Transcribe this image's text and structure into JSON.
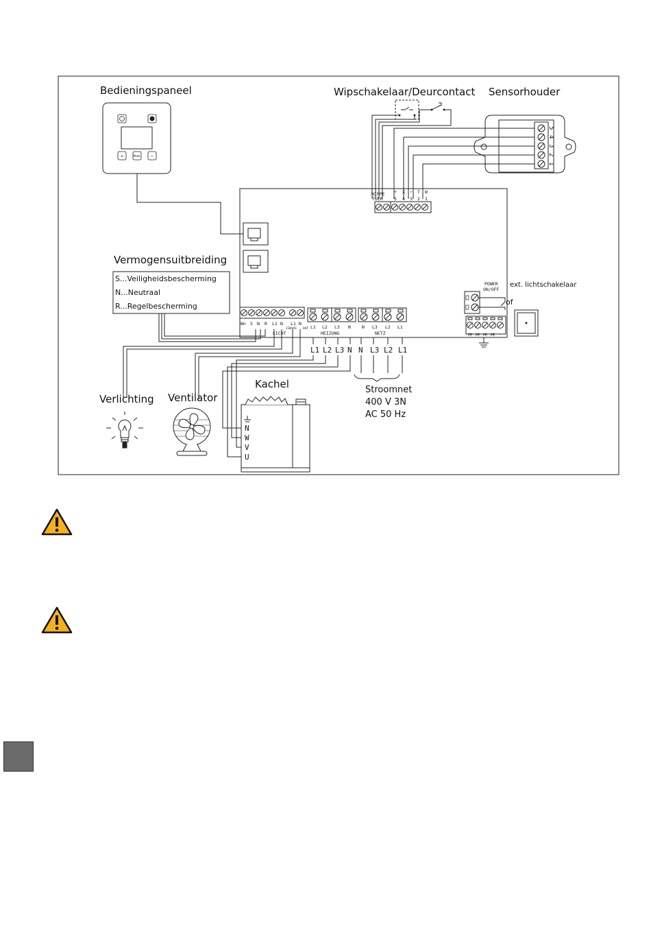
{
  "labels": {
    "control_panel": "Bedieningspaneel",
    "rocker_switch": "Wipschakelaar/Deurcontact",
    "sensor_holder": "Sensorhouder",
    "power_extension": "Vermogensuitbreiding",
    "ext_light_switch": "ext. lichtschakelaar",
    "or": "of",
    "power_onoff_1": "POWER",
    "power_onoff_2": "ON/OFF",
    "lighting": "Verlichting",
    "fan": "Ventilator",
    "heater": "Kachel",
    "mains_1": "Stroomnet",
    "mains_2": "400 V 3N",
    "mains_3": "AC 50 Hz"
  },
  "legend": [
    "S...Veiligheidsbescherming",
    "N...Neutraal",
    "R...Regelbescherming"
  ],
  "panel_buttons": [
    "+",
    "Mode",
    "−"
  ],
  "terminals": {
    "wippe_1": "WIPPE",
    "wippe_2": "TUER",
    "sensor_top": [
      "+",
      "X",
      "−",
      "T",
      "W"
    ],
    "sensor_nums": [
      "5",
      "4",
      "3",
      "2",
      "1"
    ],
    "sensor_holder_nums": [
      "5",
      "4",
      "3",
      "2",
      "1"
    ],
    "licht_pins": [
      "Wn",
      "S",
      "N",
      "R",
      "L1",
      "N",
      "L1",
      "N"
    ],
    "licht_small": [
      "230VAC",
      "OUT"
    ],
    "licht_group": "LICHT",
    "heizung_pins": [
      "L1",
      "L2",
      "L3",
      "N"
    ],
    "heizung_group": "HEIZUNG",
    "netz_pins": [
      "N",
      "L3",
      "L2",
      "L1"
    ],
    "netz_group": "NETZ",
    "pe_pins": [
      "PE",
      "PE",
      "PE",
      "PE"
    ],
    "heizung_wires": [
      "L1",
      "L2",
      "L3",
      "N"
    ],
    "netz_wires": [
      "N",
      "L3",
      "L2",
      "L1"
    ],
    "heater_terminals": [
      "N",
      "W",
      "V",
      "U"
    ]
  },
  "icons": {
    "warning_1": "warning-triangle-icon",
    "warning_2": "warning-triangle-icon",
    "page_tab": "grey-square"
  },
  "colors": {
    "warning_fill": "#f5b01a",
    "page_tab": "#6b6b6b"
  }
}
